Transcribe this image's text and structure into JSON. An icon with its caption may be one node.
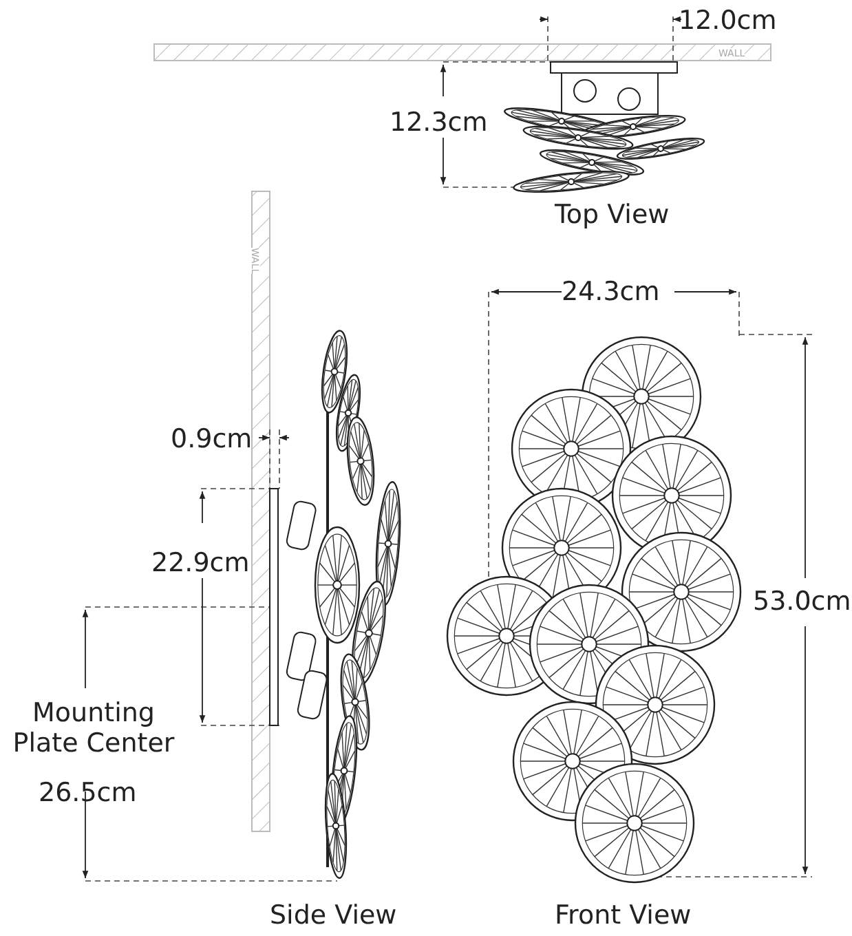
{
  "diagram": {
    "labels": [
      "12.0cm",
      "WALL",
      "12.3cm",
      "Top View",
      "WALL",
      "0.9cm",
      "24.3cm",
      "22.9cm",
      "53.0cm",
      "Mounting Plate Center",
      "26.5cm",
      "Side View",
      "Front View"
    ]
  }
}
